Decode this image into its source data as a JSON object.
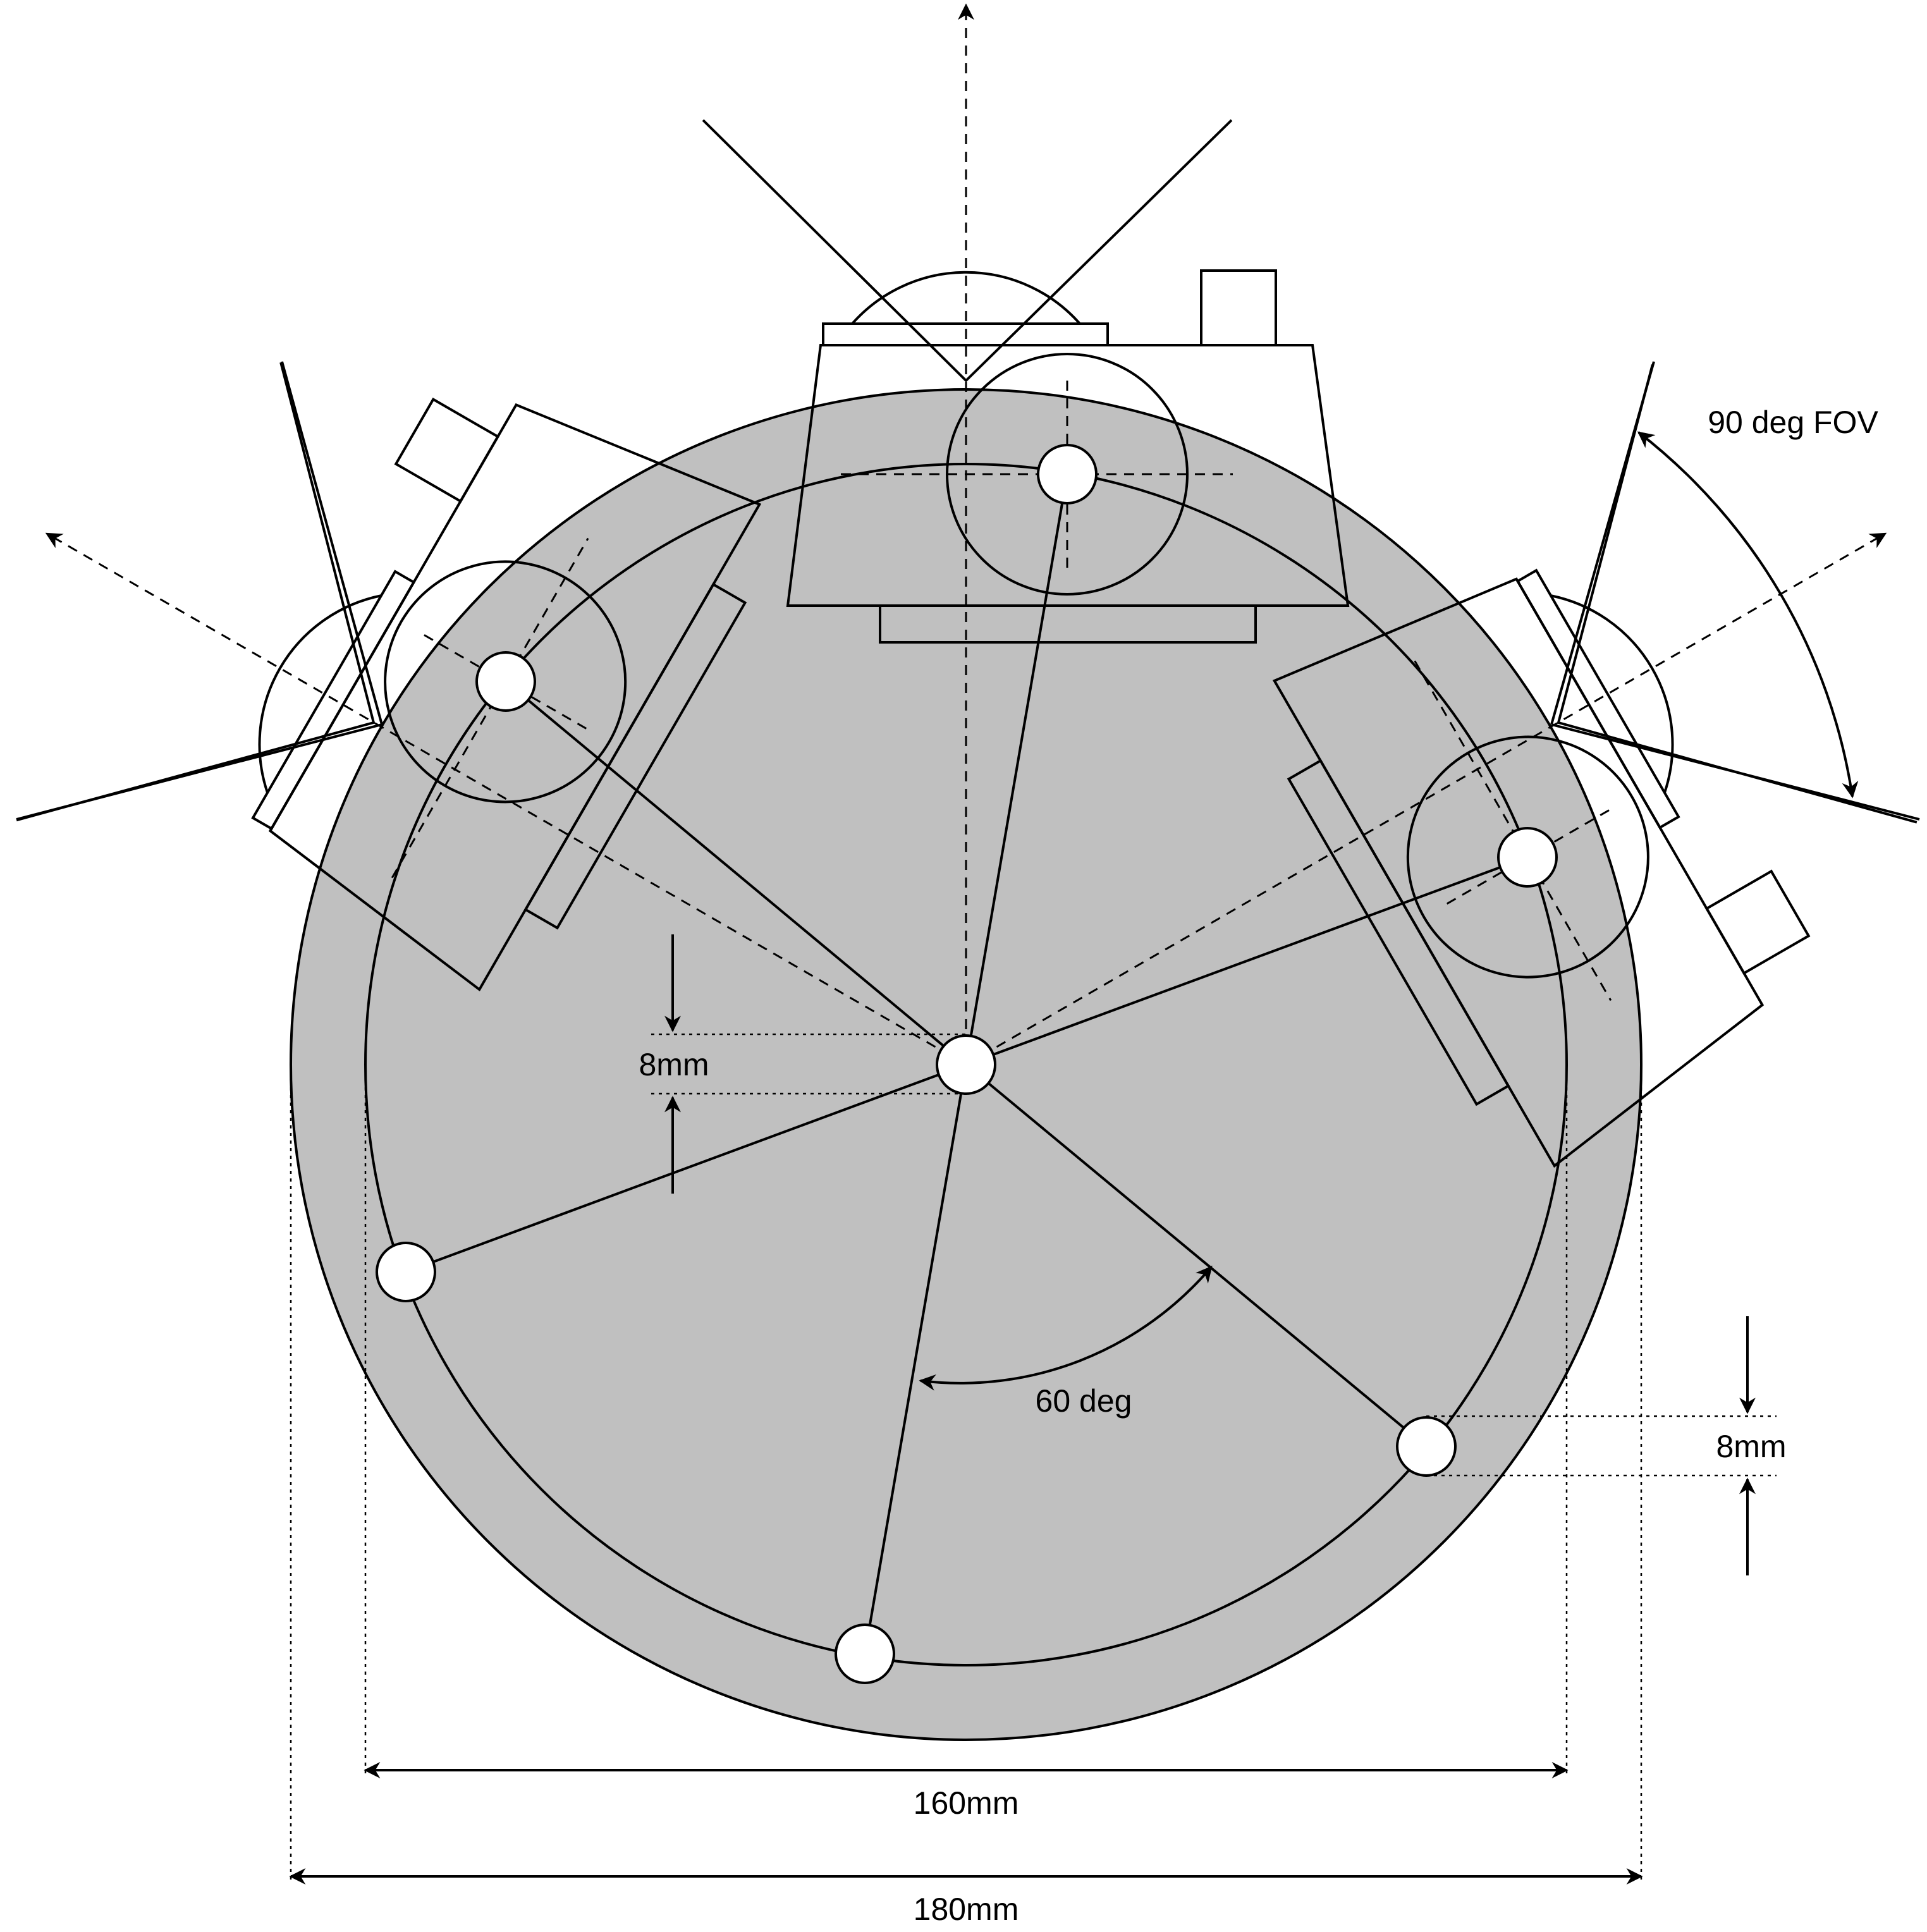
{
  "labels": {
    "fov": "90 deg FOV",
    "angle": "60 deg",
    "spacing_center": "8mm",
    "spacing_edge": "8mm",
    "inner_diameter": "160mm",
    "outer_diameter": "180mm"
  },
  "colors": {
    "disk_fill": "#c0c0c0",
    "line": "#000000",
    "background": "#ffffff",
    "pad_fill": "#ffffff"
  },
  "arrow_icon": "arrowhead"
}
